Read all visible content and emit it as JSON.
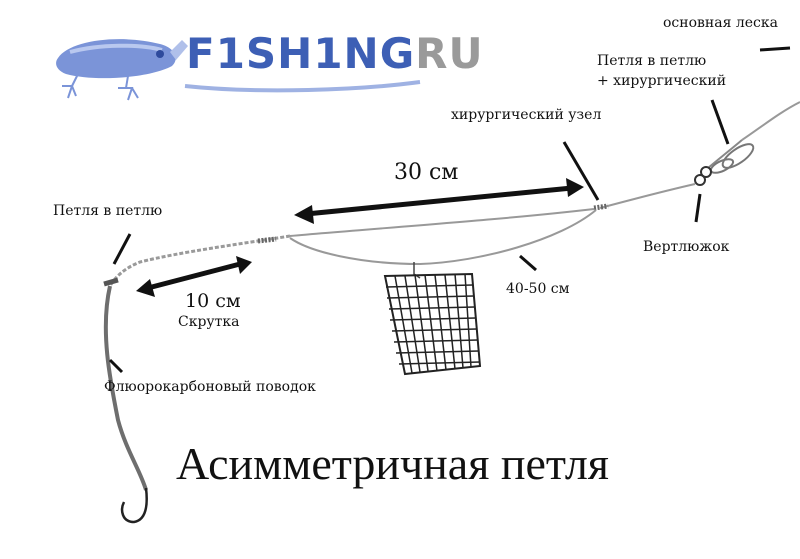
{
  "logo": {
    "text_main": "F1SH1NG",
    "text_ru": "RU",
    "colors": {
      "main": "#3d5fb5",
      "ru": "#9a9a9a",
      "lure": "#7b94d8"
    }
  },
  "title": "Асимметричная петля",
  "labels": {
    "main_line": "основная леска",
    "loop_plus_surgeon_line1": "Петля в петлю",
    "loop_plus_surgeon_line2": "+ хирургический",
    "surgeon_knot": "хирургический узел",
    "loop_to_loop": "Петля в петлю",
    "swivel": "Вертлюжок",
    "measure_30": "30 см",
    "measure_10": "10 см",
    "twist": "Скрутка",
    "measure_40_50": "40-50 см",
    "fluoro_leader": "Флюорокарбоновый поводок"
  },
  "icons": [
    "lure-icon",
    "feeder-cage-icon",
    "hook-icon",
    "swivel-icon"
  ],
  "colors": {
    "line": "#999999",
    "leader": "#6e6e6e",
    "ink": "#111111"
  }
}
